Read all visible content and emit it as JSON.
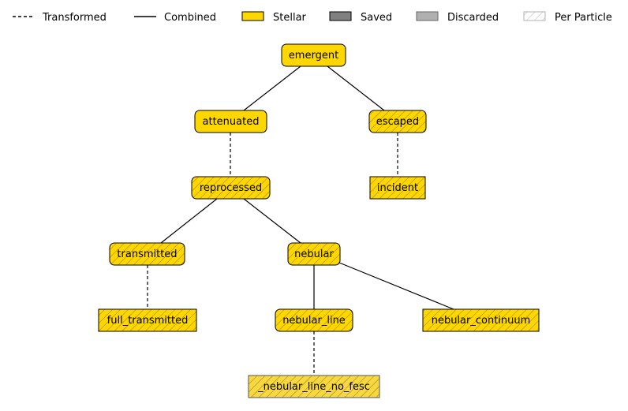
{
  "legend": {
    "transformed": "Transformed",
    "combined": "Combined",
    "stellar": "Stellar",
    "saved": "Saved",
    "discarded": "Discarded",
    "per_particle": "Per Particle"
  },
  "colors": {
    "stellar": "#FFD700",
    "saved": "#808080",
    "discarded": "#B0B0B0",
    "edge": "#000000",
    "hatch": "#A08000"
  },
  "nodes": {
    "emergent": "emergent",
    "attenuated": "attenuated",
    "escaped": "escaped",
    "reprocessed": "reprocessed",
    "incident": "incident",
    "transmitted": "transmitted",
    "nebular": "nebular",
    "full_transmitted": "full_transmitted",
    "nebular_line": "nebular_line",
    "nebular_continuum": "nebular_continuum",
    "nebular_line_no_fesc": "_nebular_line_no_fesc"
  }
}
